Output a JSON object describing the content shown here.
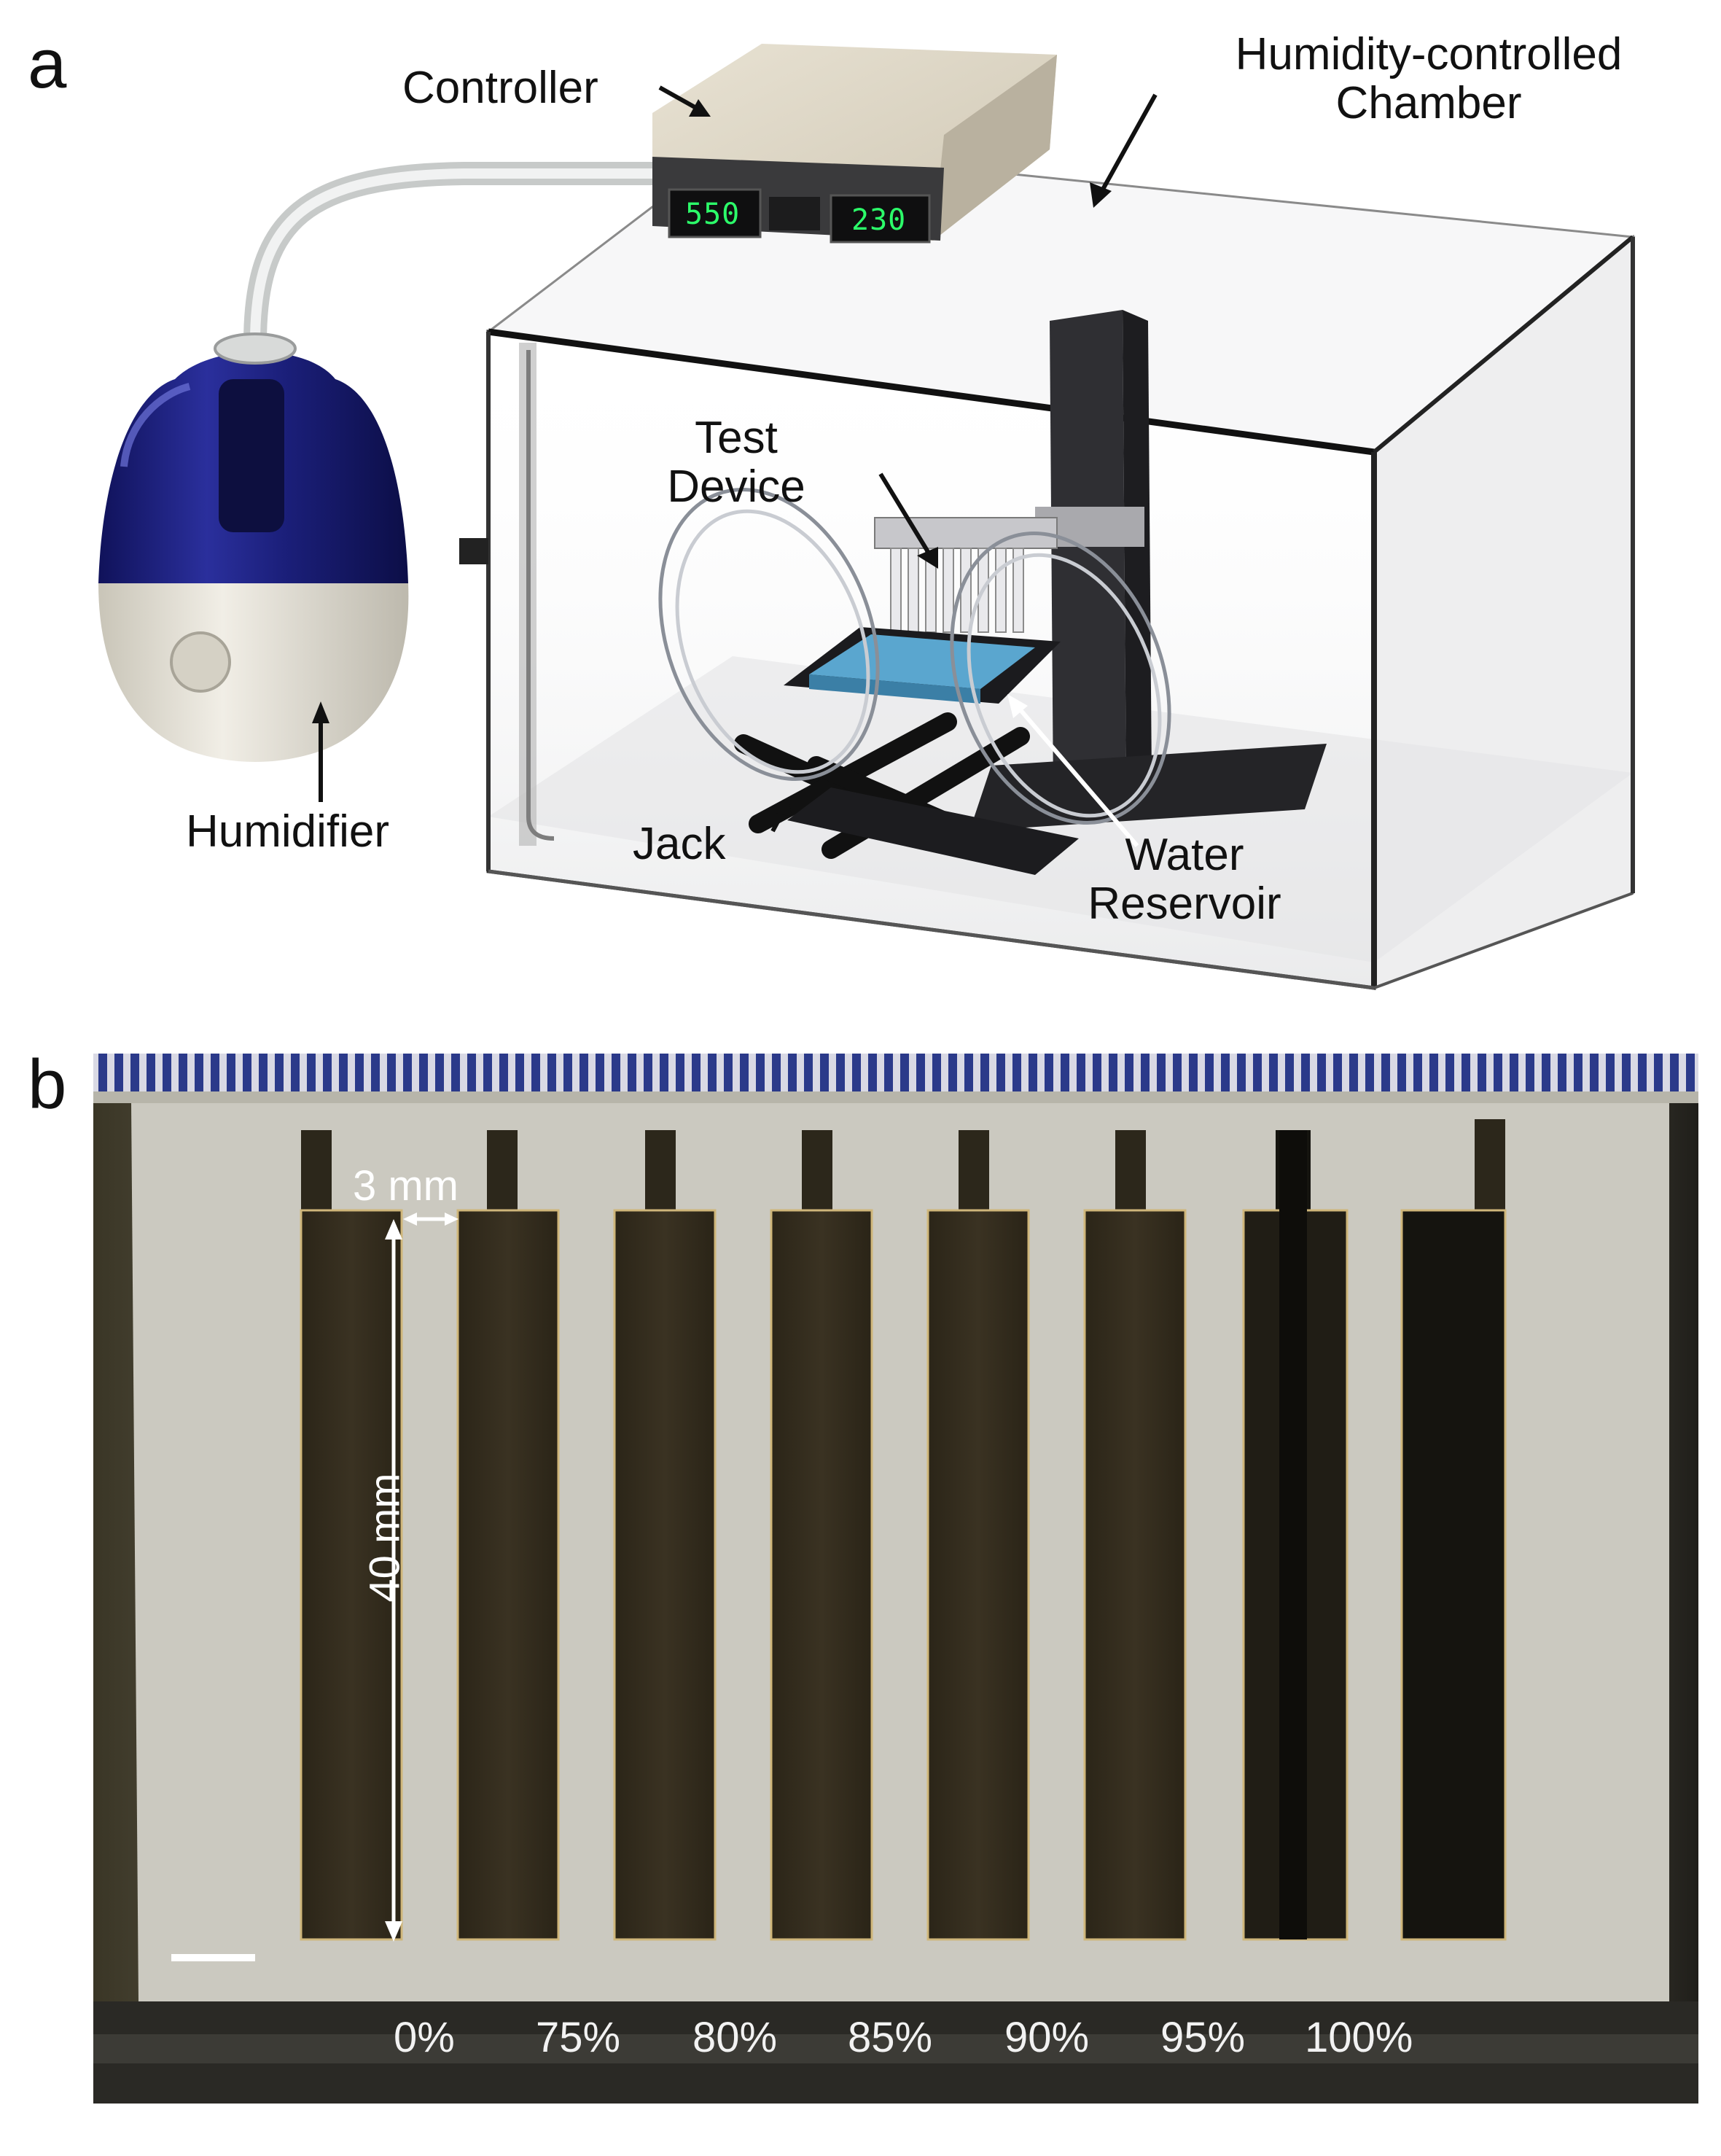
{
  "panel_a": {
    "letter": "a",
    "labels": {
      "controller": "Controller",
      "chamber_line1": "Humidity-controlled",
      "chamber_line2": "Chamber",
      "test_line1": "Test",
      "test_line2": "Device",
      "humidifier": "Humidifier",
      "jack": "Jack",
      "reservoir_line1": "Water",
      "reservoir_line2": "Reservoir"
    },
    "controller_display": {
      "left": "550",
      "right": "230"
    },
    "colors": {
      "humidifier_tank": "#1c1f78",
      "humidifier_base": "#e9e6dc",
      "controller_body": "#dcd5c4",
      "tray": "#5aa6cf"
    }
  },
  "panel_b": {
    "letter": "b",
    "dimension_width": "3 mm",
    "dimension_length": "40 mm",
    "humidity_levels": [
      "0%",
      "75%",
      "80%",
      "85%",
      "90%",
      "95%",
      "100%"
    ]
  }
}
